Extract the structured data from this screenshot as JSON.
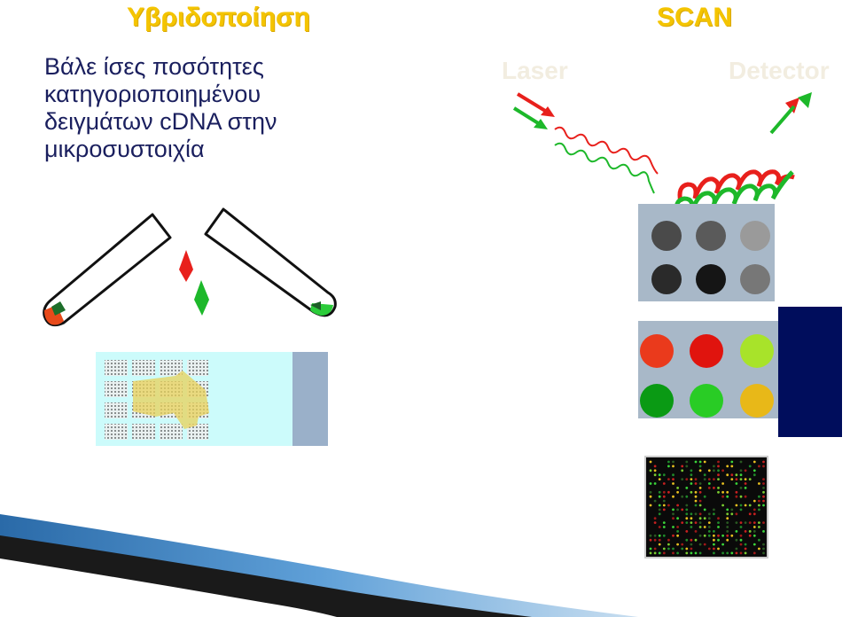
{
  "left_panel": {
    "title": "Υβριδοποίηση",
    "instruction_lines": [
      "Βάλε ίσες ποσότητες",
      "κατηγοριοποιημένου",
      "δειγμάτων cDNA στην",
      "μικροσυστοιχία"
    ]
  },
  "right_panel": {
    "title": "SCAN",
    "laser_label": "Laser",
    "detector_label": "Detector"
  },
  "colors": {
    "title_yellow": "#f4c400",
    "text_navy": "#1a1f5e",
    "red_dye": "#e8201c",
    "green_dye": "#1db82a",
    "slide_cyan": "#ccfbfb",
    "slide_label": "#9ab0c9",
    "chip_grey": "#a8b8c8",
    "dark_navy": "#000d5c"
  },
  "scan_grid": {
    "grey_spots": [
      "#4a4a4a",
      "#5a5a5a",
      "#9a9a9a",
      "#2a2a2a",
      "#151515",
      "#777777"
    ],
    "color_spots": [
      "#ea3a1c",
      "#e0140e",
      "#a8e32a",
      "#0a9a14",
      "#29cc25",
      "#e8b818"
    ]
  }
}
